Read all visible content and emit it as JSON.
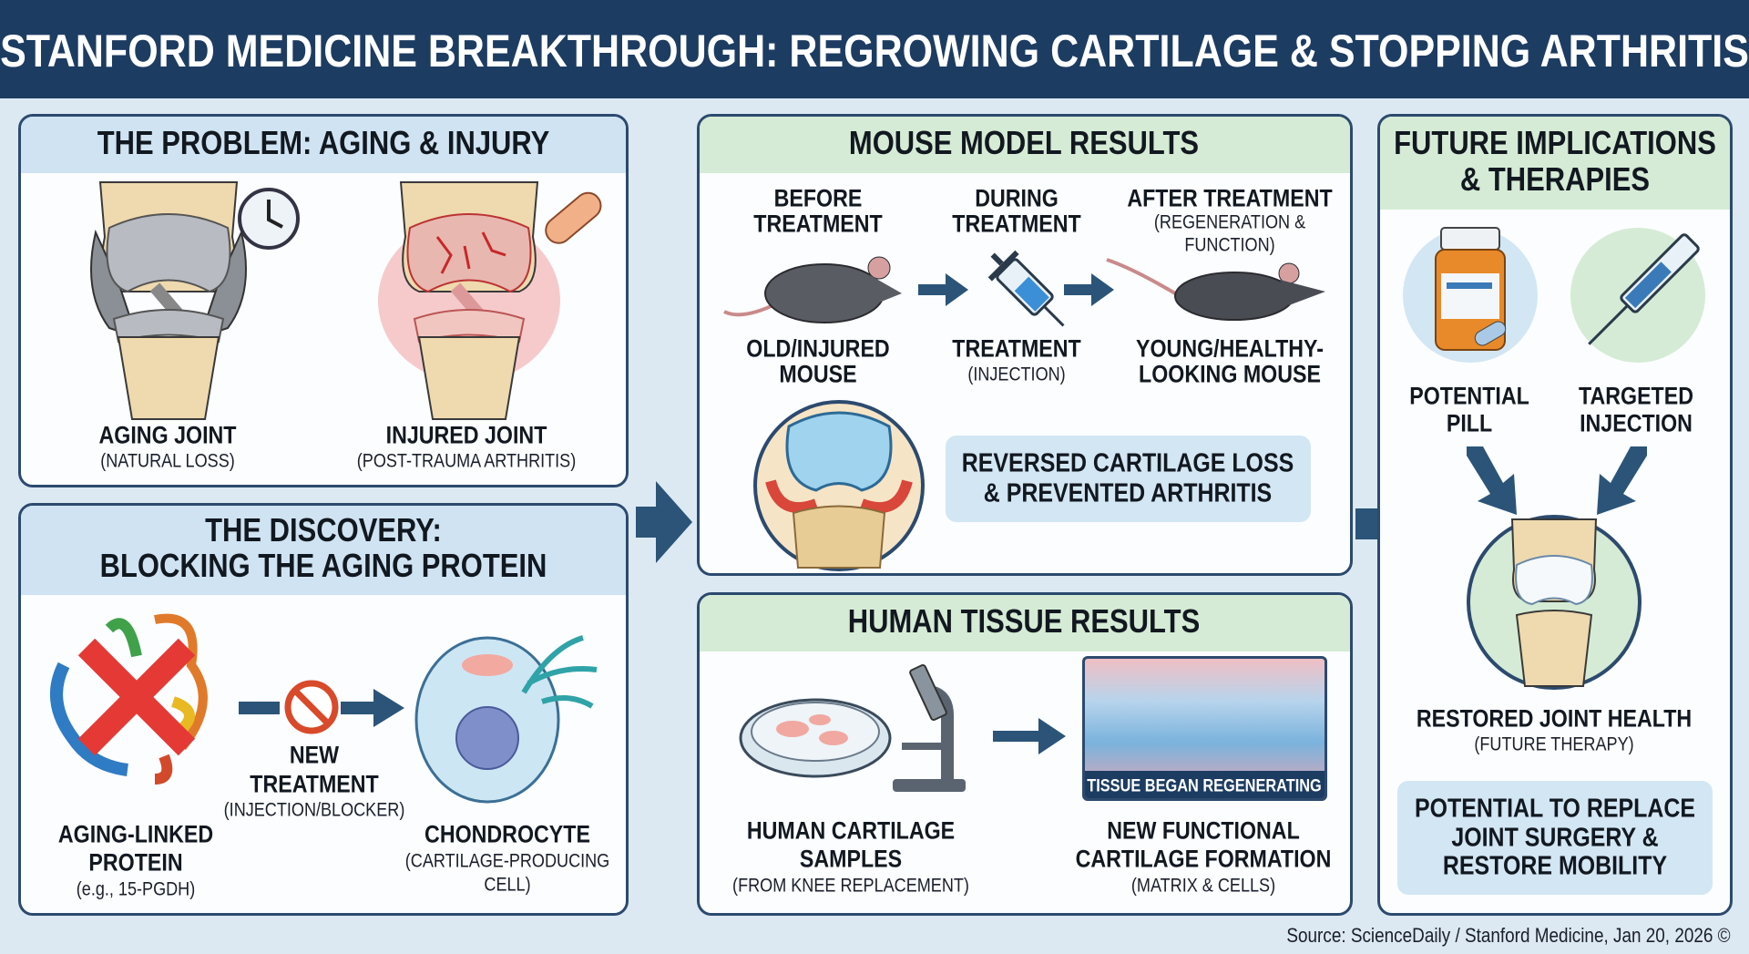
{
  "header": {
    "title": "STANFORD MEDICINE BREAKTHROUGH: REGROWING CARTILAGE & STOPPING ARTHRITIS"
  },
  "problem": {
    "title": "THE PROBLEM: AGING & INJURY",
    "aging": {
      "label": "AGING JOINT",
      "sub": "(NATURAL LOSS)"
    },
    "injured": {
      "label": "INJURED JOINT",
      "sub": "(POST-TRAUMA ARTHRITIS)"
    }
  },
  "discovery": {
    "title_line1": "THE DISCOVERY:",
    "title_line2": "BLOCKING THE AGING PROTEIN",
    "protein": {
      "line1": "AGING-LINKED",
      "line2": "PROTEIN",
      "sub": "(e.g., 15-PGDH)"
    },
    "treatment": {
      "line1": "NEW",
      "line2": "TREATMENT",
      "sub": "(INJECTION/BLOCKER)"
    },
    "cell": {
      "label": "CHONDROCYTE",
      "sub1": "(CARTILAGE-PRODUCING",
      "sub2": "CELL)"
    }
  },
  "mouse": {
    "title": "MOUSE MODEL RESULTS",
    "before": {
      "h1": "BEFORE",
      "h2": "TREATMENT",
      "l1": "OLD/INJURED",
      "l2": "MOUSE"
    },
    "during": {
      "h1": "DURING",
      "h2": "TREATMENT",
      "l1": "TREATMENT",
      "l2": "(INJECTION)"
    },
    "after": {
      "h1": "AFTER TREATMENT",
      "h2": "(REGENERATION &",
      "h3": "FUNCTION)",
      "l1": "YOUNG/HEALTHY-",
      "l2": "LOOKING MOUSE"
    },
    "callout": {
      "line1": "REVERSED CARTILAGE LOSS",
      "line2": "& PREVENTED ARTHRITIS"
    }
  },
  "human": {
    "title": "HUMAN TISSUE RESULTS",
    "samples": {
      "line1": "HUMAN CARTILAGE",
      "line2": "SAMPLES",
      "sub": "(FROM KNEE REPLACEMENT)"
    },
    "tissue_caption": "TISSUE BEGAN REGENERATING",
    "formation": {
      "line1": "NEW FUNCTIONAL",
      "line2": "CARTILAGE FORMATION",
      "sub": "(MATRIX & CELLS)"
    }
  },
  "future": {
    "title_line1": "FUTURE IMPLICATIONS",
    "title_line2": "& THERAPIES",
    "pill": {
      "line1": "POTENTIAL",
      "line2": "PILL"
    },
    "injection": {
      "line1": "TARGETED",
      "line2": "INJECTION"
    },
    "restored": {
      "label": "RESTORED JOINT HEALTH",
      "sub": "(FUTURE THERAPY)"
    },
    "callout": {
      "line1": "POTENTIAL TO REPLACE",
      "line2": "JOINT SURGERY &",
      "line3": "RESTORE MOBILITY"
    }
  },
  "source": "Source: ScienceDaily / Stanford Medicine, Jan 20, 2026 ©",
  "colors": {
    "navy": "#1d3c62",
    "blue_band": "#cfe3f2",
    "green_band": "#d5ebd5",
    "arrow": "#2b5478",
    "background": "#dce9f3"
  }
}
